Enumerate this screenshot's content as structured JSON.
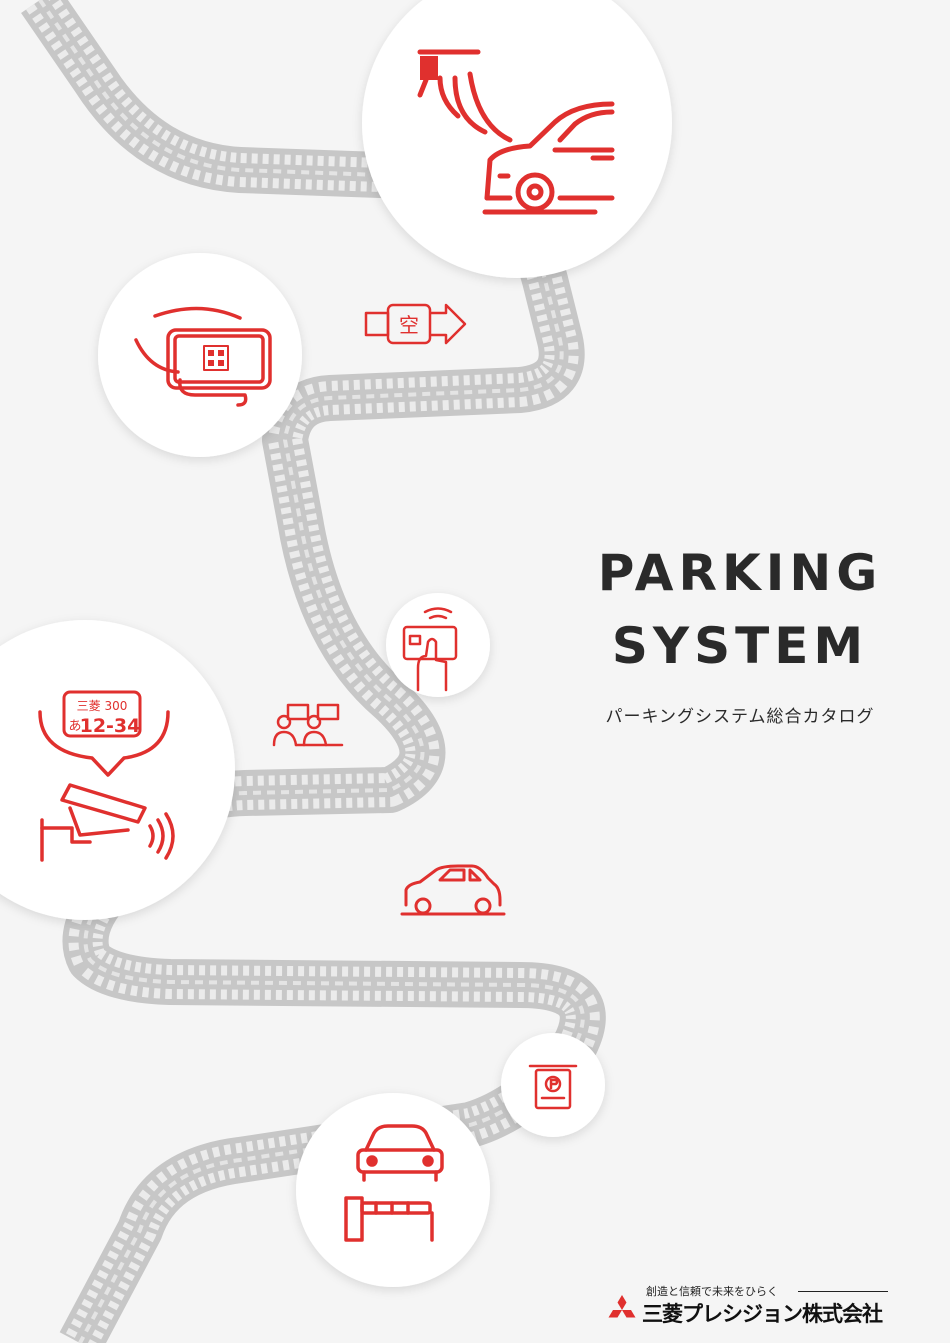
{
  "title": {
    "line1": "PARKING",
    "line2": "SYSTEM"
  },
  "subtitle": "パーキングシステム総合カタログ",
  "icons": {
    "empty_sign_text": "空",
    "plate_line1": "三菱 300",
    "plate_hiragana": "あ",
    "plate_number": "12-34"
  },
  "company": {
    "tagline": "創造と信頼で未来をひらく",
    "name": "三菱プレシジョン株式会社"
  },
  "colors": {
    "accent": "#e0302e",
    "road": "#c8c8c8",
    "text": "#2a2a2a",
    "background": "#f5f5f5"
  }
}
